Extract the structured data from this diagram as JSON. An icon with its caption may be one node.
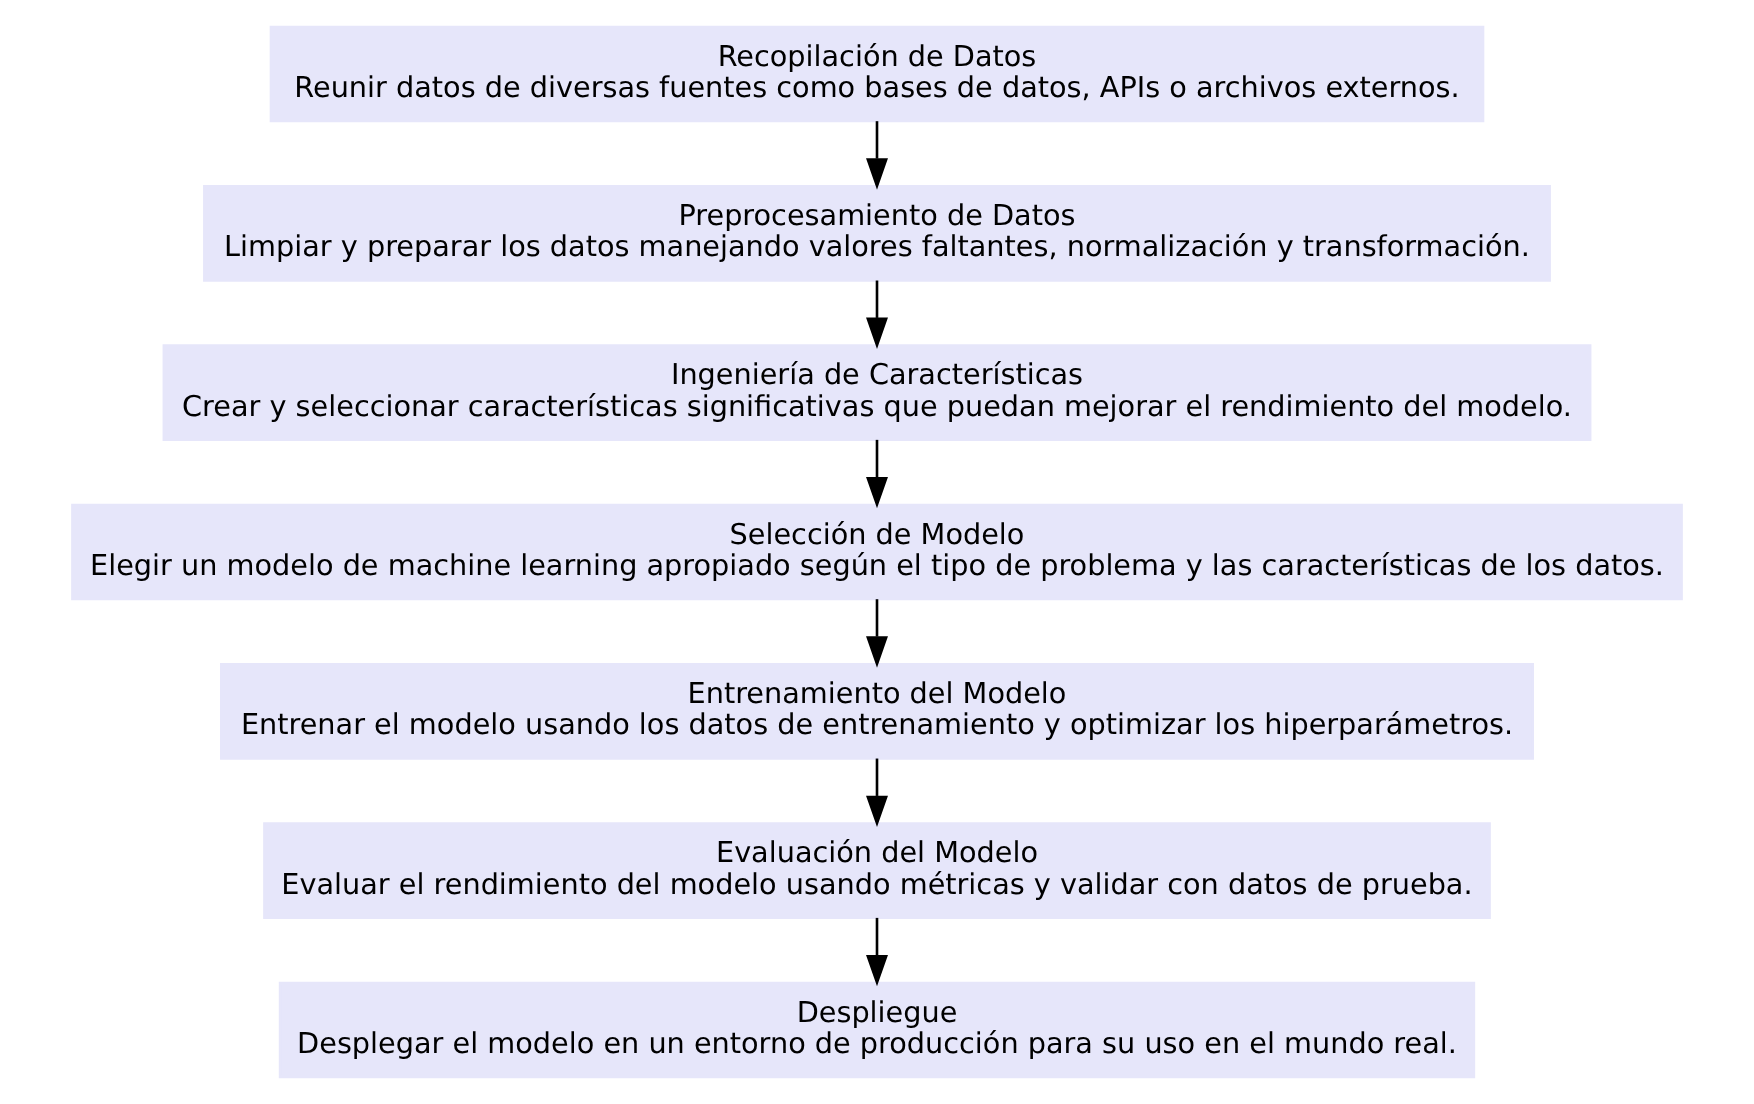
{
  "diagram": {
    "nodes": [
      {
        "text": [
          "Recopilación de Datos",
          "Reunir datos de diversas fuentes como bases de datos, APIs o archivos externos."
        ]
      },
      {
        "text": [
          "Preprocesamiento de Datos",
          "Limpiar y preparar los datos manejando valores faltantes, normalización y transformación."
        ]
      },
      {
        "text": [
          "Ingeniería de Características",
          "Crear y seleccionar características significativas que puedan mejorar el rendimiento del modelo."
        ]
      },
      {
        "text": [
          "Selección de Modelo",
          "Elegir un modelo de machine learning apropiado según el tipo de problema y las características de los datos."
        ]
      },
      {
        "text": [
          "Entrenamiento del Modelo",
          "Entrenar el modelo usando los datos de entrenamiento y optimizar los hiperparámetros."
        ]
      },
      {
        "text": [
          "Evaluación del Modelo",
          "Evaluar el rendimiento del modelo usando métricas y validar con datos de prueba."
        ]
      },
      {
        "text": [
          "Despliegue",
          "Desplegar el modelo en un entorno de producción para su uso en el mundo real."
        ]
      }
    ],
    "edges": [
      {
        "from": 0,
        "to": 1,
        "arrow": "to"
      },
      {
        "from": 1,
        "to": 2,
        "arrow": "to"
      },
      {
        "from": 2,
        "to": 3,
        "arrow": "to"
      },
      {
        "from": 3,
        "to": 4,
        "arrow": "to"
      },
      {
        "from": 4,
        "to": 5,
        "arrow": "to"
      },
      {
        "from": 5,
        "to": 6,
        "arrow": "to"
      }
    ]
  }
}
